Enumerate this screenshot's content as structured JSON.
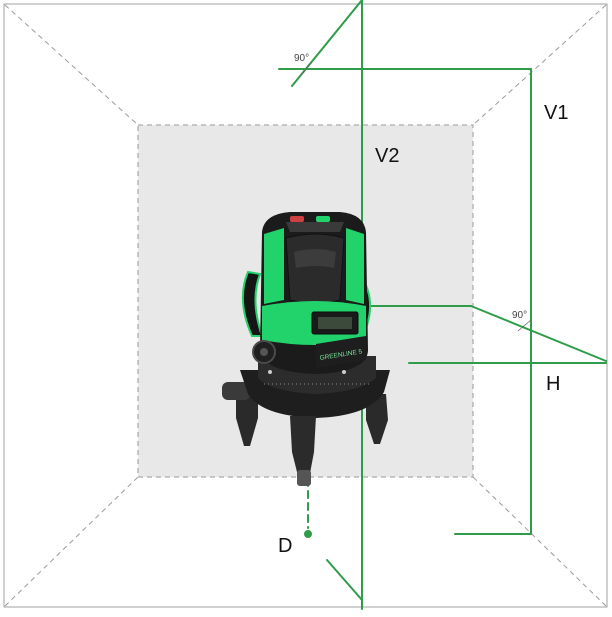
{
  "diagram": {
    "labels": {
      "v1": "V1",
      "v2": "V2",
      "h": "H",
      "d": "D",
      "angle_top": "90°",
      "angle_right": "90°"
    },
    "product_marking": "GREENLINE 5",
    "colors": {
      "laser_green": "#2e9c48",
      "device_green": "#22d36b",
      "device_body": "#1b1b1b",
      "wall_back": "#e8e8e8",
      "dashed_edge": "#9a9a9a",
      "frame": "#a0a0a0",
      "label_text": "#111111",
      "angle_text": "#444444"
    }
  }
}
